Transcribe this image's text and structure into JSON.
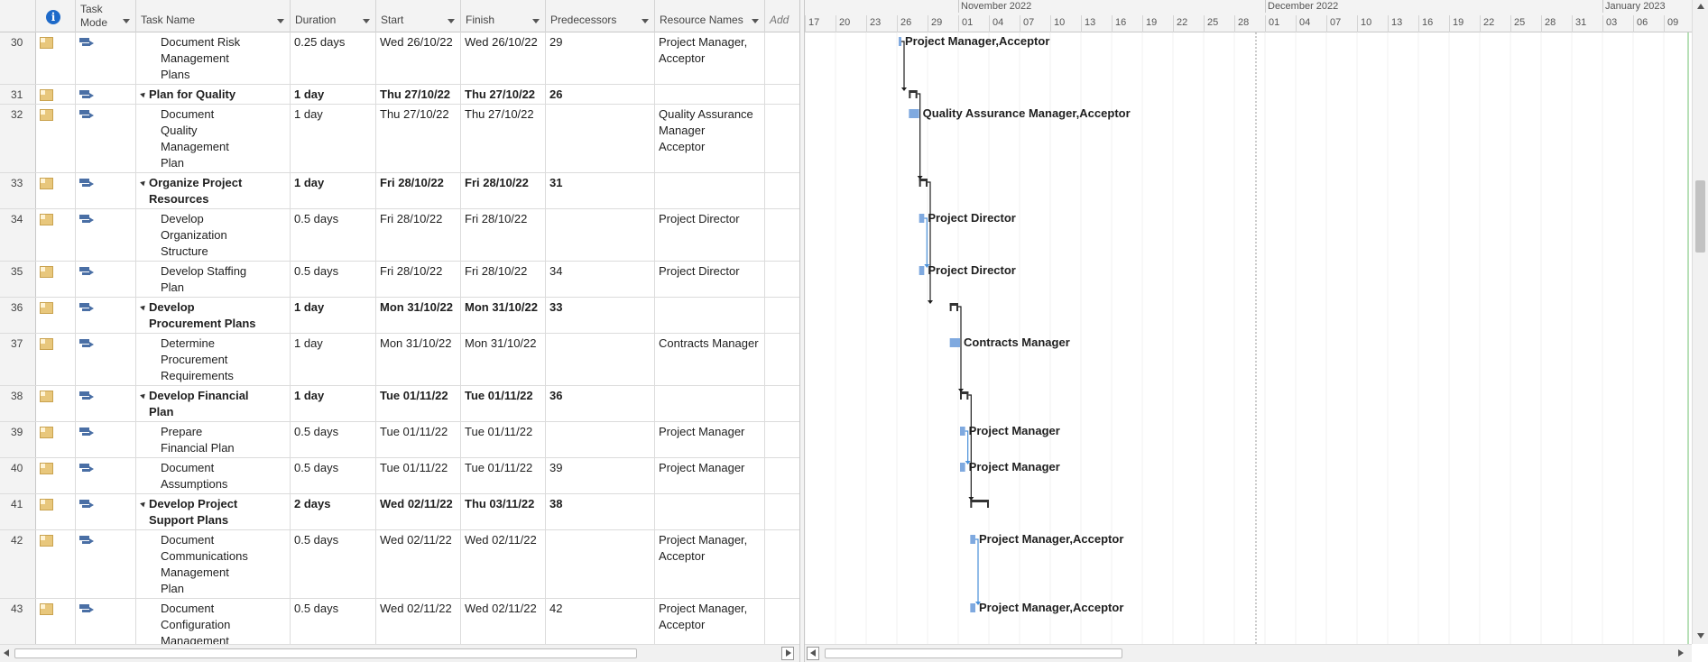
{
  "columns": {
    "indicators": "",
    "task_mode": "Task\nMode",
    "task_name": "Task Name",
    "duration": "Duration",
    "start": "Start",
    "finish": "Finish",
    "predecessors": "Predecessors",
    "resource_names": "Resource Names",
    "add_column": "Add"
  },
  "timescale": {
    "months": [
      {
        "label": "November 2022"
      },
      {
        "label": "December 2022"
      },
      {
        "label": "January 2023"
      }
    ],
    "days": [
      "17",
      "20",
      "23",
      "26",
      "29",
      "01",
      "04",
      "07",
      "10",
      "13",
      "16",
      "19",
      "22",
      "25",
      "28",
      "01",
      "04",
      "07",
      "10",
      "13",
      "16",
      "19",
      "22",
      "25",
      "28",
      "31",
      "03",
      "06",
      "09"
    ]
  },
  "tasks": [
    {
      "id": "30",
      "summary": false,
      "level": 2,
      "name": [
        "Document Risk",
        "Management",
        "Plans"
      ],
      "duration": "0.25 days",
      "start": "Wed 26/10/22",
      "finish": "Wed 26/10/22",
      "predecessors": "29",
      "resources": [
        "Project Manager,",
        "Acceptor"
      ],
      "bar_label": "Project Manager,Acceptor"
    },
    {
      "id": "31",
      "summary": true,
      "level": 1,
      "name": [
        "Plan for Quality"
      ],
      "duration": "1 day",
      "start": "Thu 27/10/22",
      "finish": "Thu 27/10/22",
      "predecessors": "26",
      "resources": [],
      "bar_label": ""
    },
    {
      "id": "32",
      "summary": false,
      "level": 2,
      "name": [
        "Document",
        "Quality",
        "Management",
        "Plan"
      ],
      "duration": "1 day",
      "start": "Thu 27/10/22",
      "finish": "Thu 27/10/22",
      "predecessors": "",
      "resources": [
        "Quality Assurance",
        "Manager",
        "Acceptor"
      ],
      "bar_label": "Quality Assurance Manager,Acceptor"
    },
    {
      "id": "33",
      "summary": true,
      "level": 1,
      "name": [
        "Organize Project",
        "Resources"
      ],
      "duration": "1 day",
      "start": "Fri 28/10/22",
      "finish": "Fri 28/10/22",
      "predecessors": "31",
      "resources": [],
      "bar_label": ""
    },
    {
      "id": "34",
      "summary": false,
      "level": 2,
      "name": [
        "Develop",
        "Organization",
        "Structure"
      ],
      "duration": "0.5 days",
      "start": "Fri 28/10/22",
      "finish": "Fri 28/10/22",
      "predecessors": "",
      "resources": [
        "Project Director"
      ],
      "bar_label": "Project Director"
    },
    {
      "id": "35",
      "summary": false,
      "level": 2,
      "name": [
        "Develop Staffing",
        "Plan"
      ],
      "duration": "0.5 days",
      "start": "Fri 28/10/22",
      "finish": "Fri 28/10/22",
      "predecessors": "34",
      "resources": [
        "Project Director"
      ],
      "bar_label": "Project Director"
    },
    {
      "id": "36",
      "summary": true,
      "level": 1,
      "name": [
        "Develop",
        "Procurement Plans"
      ],
      "duration": "1 day",
      "start": "Mon 31/10/22",
      "finish": "Mon 31/10/22",
      "predecessors": "33",
      "resources": [],
      "bar_label": ""
    },
    {
      "id": "37",
      "summary": false,
      "level": 2,
      "name": [
        "Determine",
        "Procurement",
        "Requirements"
      ],
      "duration": "1 day",
      "start": "Mon 31/10/22",
      "finish": "Mon 31/10/22",
      "predecessors": "",
      "resources": [
        "Contracts Manager"
      ],
      "bar_label": "Contracts Manager"
    },
    {
      "id": "38",
      "summary": true,
      "level": 1,
      "name": [
        "Develop Financial",
        "Plan"
      ],
      "duration": "1 day",
      "start": "Tue 01/11/22",
      "finish": "Tue 01/11/22",
      "predecessors": "36",
      "resources": [],
      "bar_label": ""
    },
    {
      "id": "39",
      "summary": false,
      "level": 2,
      "name": [
        "Prepare",
        "Financial Plan"
      ],
      "duration": "0.5 days",
      "start": "Tue 01/11/22",
      "finish": "Tue 01/11/22",
      "predecessors": "",
      "resources": [
        "Project Manager"
      ],
      "bar_label": "Project Manager"
    },
    {
      "id": "40",
      "summary": false,
      "level": 2,
      "name": [
        "Document",
        "Assumptions"
      ],
      "duration": "0.5 days",
      "start": "Tue 01/11/22",
      "finish": "Tue 01/11/22",
      "predecessors": "39",
      "resources": [
        "Project Manager"
      ],
      "bar_label": "Project Manager"
    },
    {
      "id": "41",
      "summary": true,
      "level": 1,
      "name": [
        "Develop Project",
        "Support Plans"
      ],
      "duration": "2 days",
      "start": "Wed 02/11/22",
      "finish": "Thu 03/11/22",
      "predecessors": "38",
      "resources": [],
      "bar_label": ""
    },
    {
      "id": "42",
      "summary": false,
      "level": 2,
      "name": [
        "Document",
        "Communications",
        "Management",
        "Plan"
      ],
      "duration": "0.5 days",
      "start": "Wed 02/11/22",
      "finish": "Wed 02/11/22",
      "predecessors": "",
      "resources": [
        "Project Manager,",
        "Acceptor"
      ],
      "bar_label": "Project Manager,Acceptor"
    },
    {
      "id": "43",
      "summary": false,
      "level": 2,
      "name": [
        "Document",
        "Configuration",
        "Management"
      ],
      "duration": "0.5 days",
      "start": "Wed 02/11/22",
      "finish": "Wed 02/11/22",
      "predecessors": "42",
      "resources": [
        "Project Manager,",
        "Acceptor"
      ],
      "bar_label": "Project Manager,Acceptor"
    }
  ],
  "colors": {
    "task_bar": "#7fa9df",
    "summary_bar": "#333333",
    "link_line": "#1e1e1e",
    "link_line_task": "#4a90d9",
    "header_bg": "#f3f3f3",
    "today_line": "#9a9a9a",
    "right_edge_line": "#70c070"
  },
  "icons": {
    "indicators_header": "info-icon",
    "note": "note-icon",
    "task_mode": "auto-schedule-icon"
  }
}
